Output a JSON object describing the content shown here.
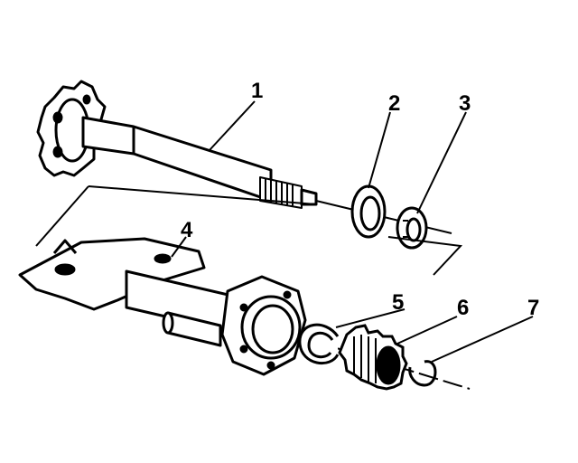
{
  "diagram": {
    "callouts": [
      {
        "id": "1"
      },
      {
        "id": "2"
      },
      {
        "id": "3"
      },
      {
        "id": "4"
      },
      {
        "id": "5"
      },
      {
        "id": "6"
      },
      {
        "id": "7"
      }
    ]
  }
}
